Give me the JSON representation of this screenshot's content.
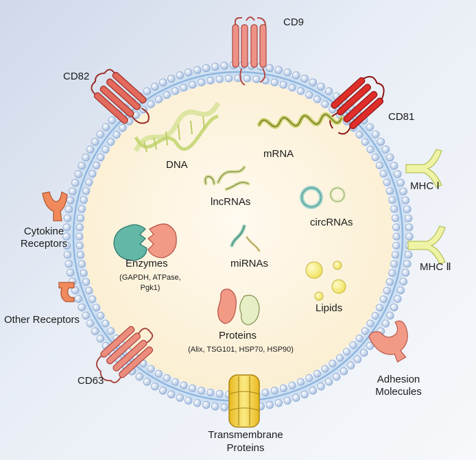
{
  "markers": {
    "cd9": "CD9",
    "cd82": "CD82",
    "cd81": "CD81",
    "cd63": "CD63",
    "mhc1": "MHC Ⅰ",
    "mhc2": "MHC Ⅱ",
    "cytokine_line1": "Cytokine",
    "cytokine_line2": "Receptors",
    "other_receptors": "Other Receptors",
    "adhesion_line1": "Adhesion",
    "adhesion_line2": "Molecules",
    "transmembrane_line1": "Transmembrane",
    "transmembrane_line2": "Proteins"
  },
  "cargo": {
    "dna": "DNA",
    "mrna": "mRNA",
    "lncrnas": "lncRNAs",
    "circrnas": "circRNAs",
    "enzymes": "Enzymes",
    "enzymes_detail_1": "(GAPDH, ATPase,",
    "enzymes_detail_2": "Pgk1)",
    "mirnas": "miRNAs",
    "lipids": "Lipids",
    "proteins": "Proteins",
    "proteins_detail": "(Alix, TSG101, HSP70, HSP90)"
  },
  "colors": {
    "lumen": "#fdf6e3",
    "bead": "#bcd0ec",
    "membrane_band": "#9fc2e4",
    "tetraspanin_light": "#e8877b",
    "tetraspanin_dark": "#d6393a",
    "mhc": "#eef3a6",
    "receptor": "#f08a5d",
    "enzyme_teal": "#63b7a7",
    "enzyme_salmon": "#f29a86",
    "lipid": "#f4ec73",
    "transmembrane": "#f1cf3a"
  }
}
